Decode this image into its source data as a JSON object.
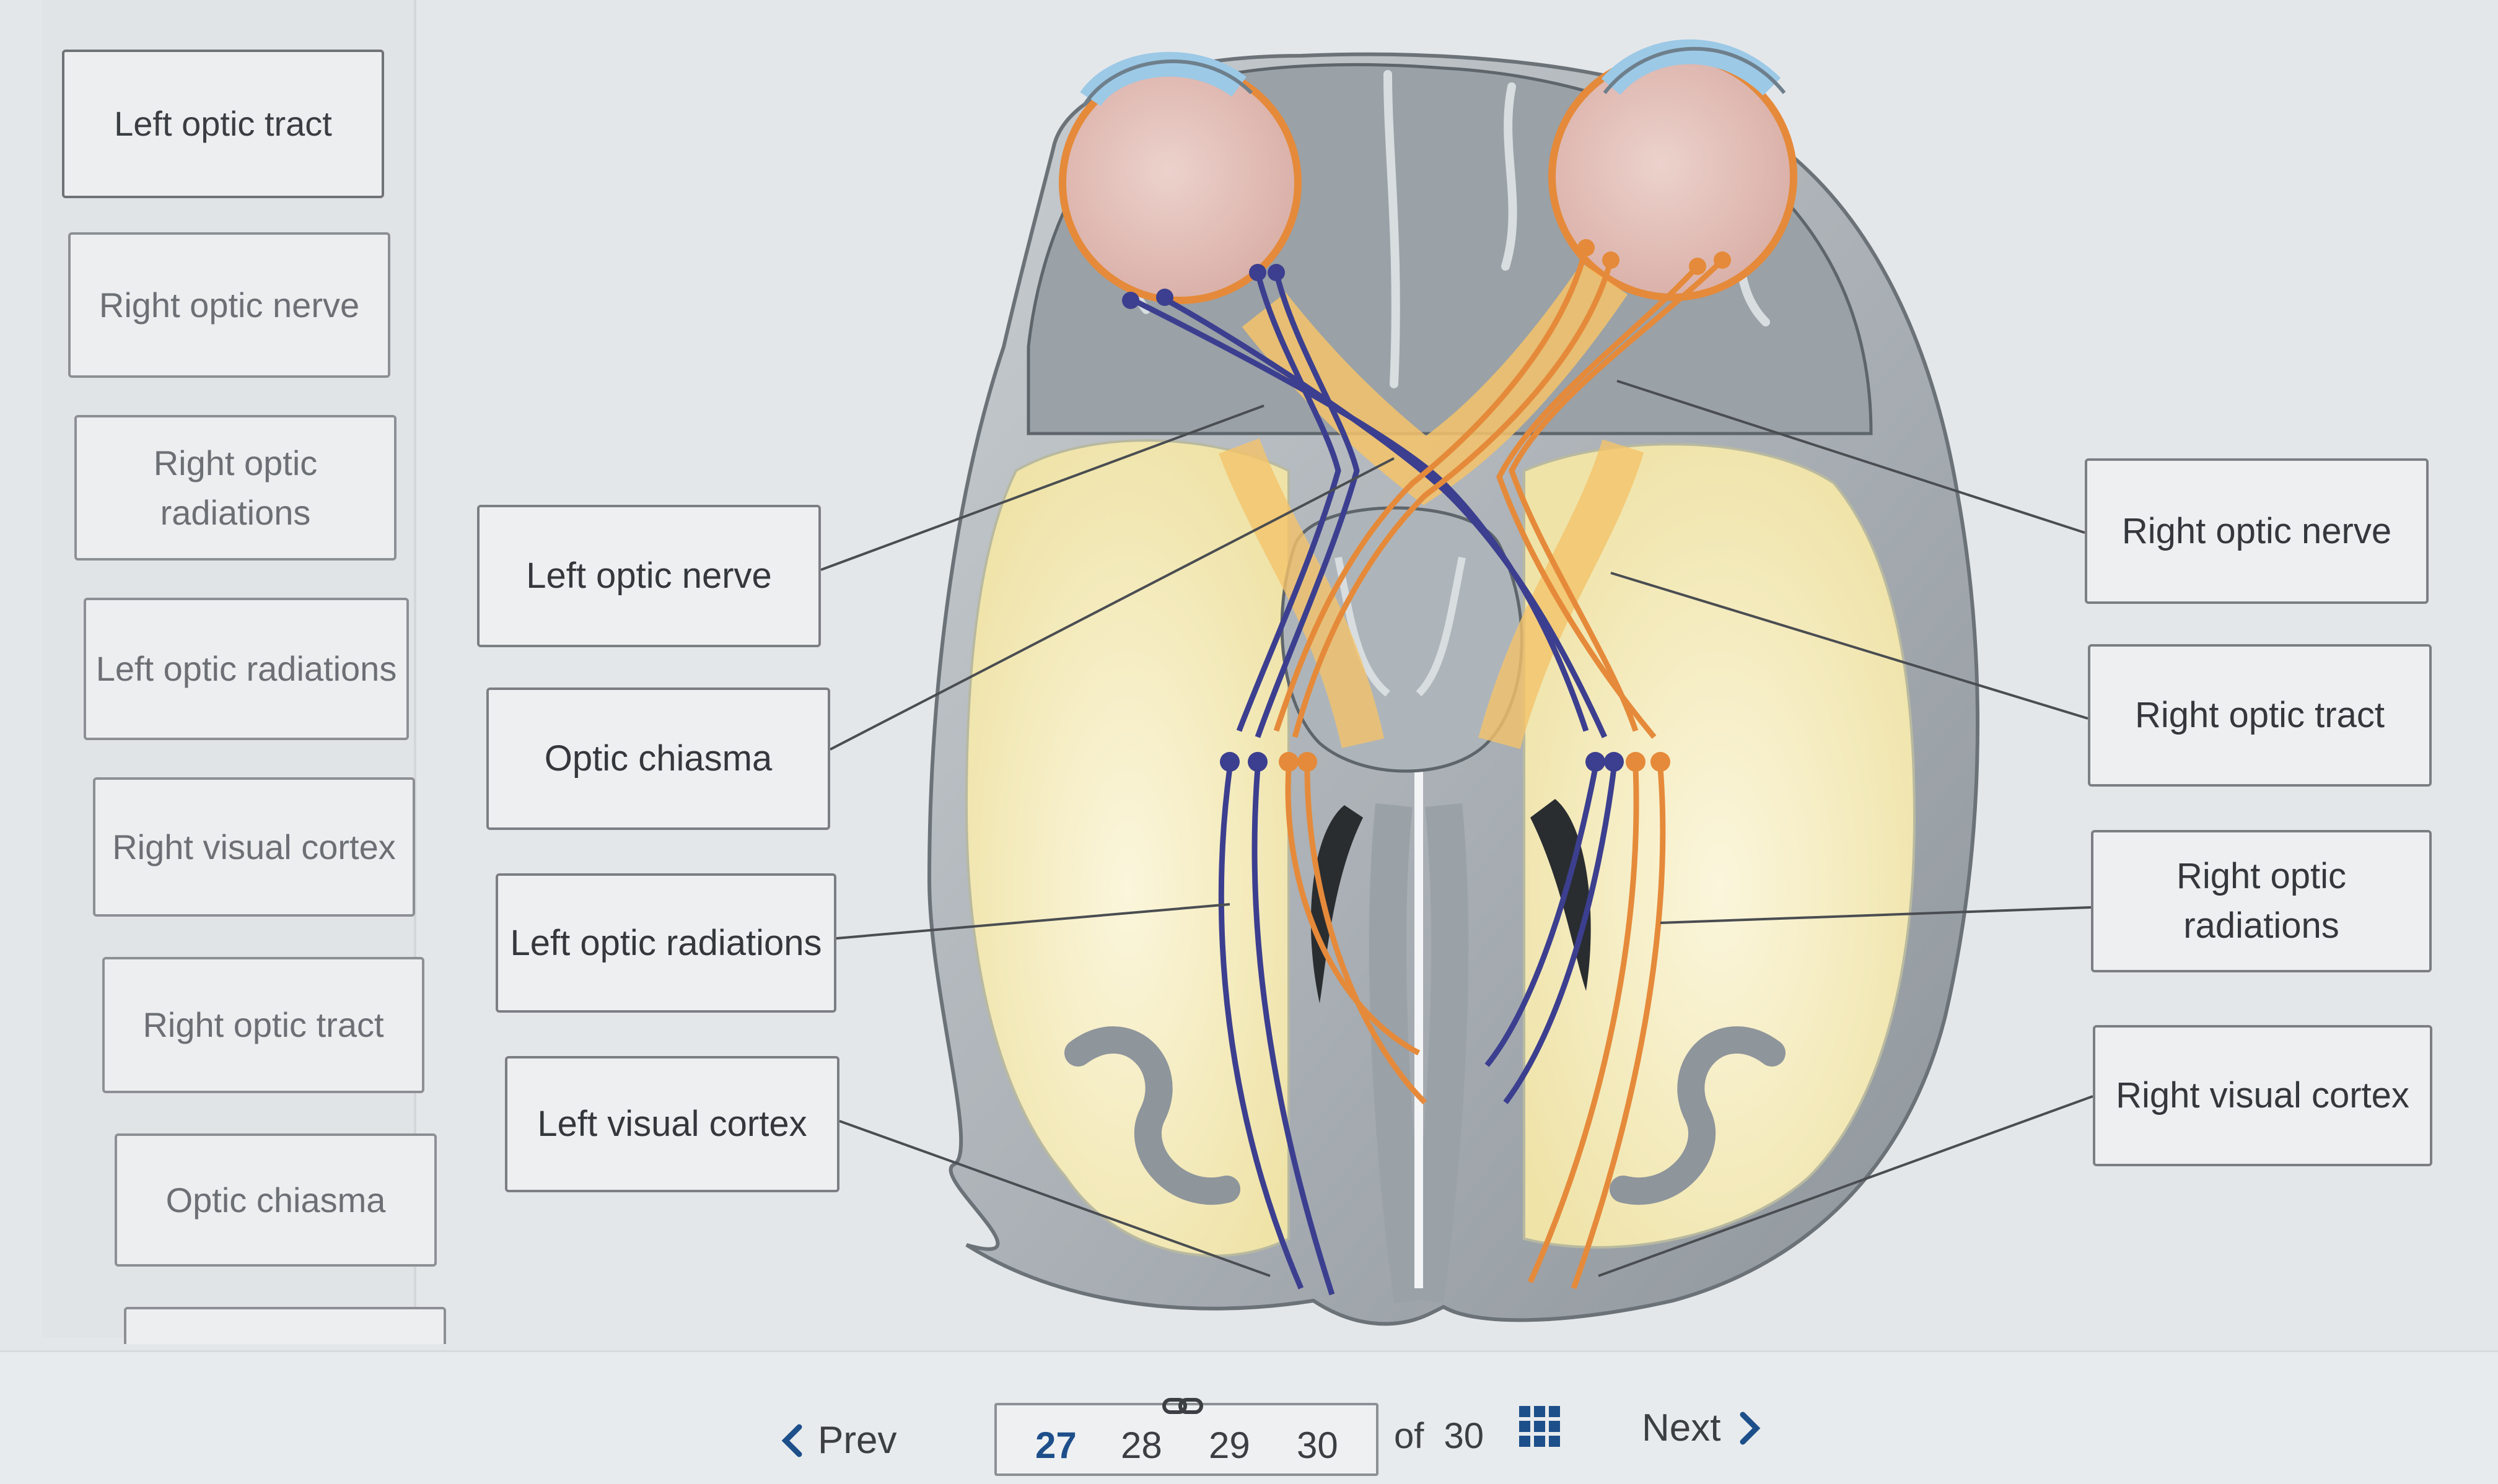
{
  "bank": {
    "chips": [
      "Left optic tract",
      "Right optic nerve",
      "Right optic radiations",
      "Left optic radiations",
      "Right visual cortex",
      "Right optic tract",
      "Optic chiasma"
    ]
  },
  "targets": {
    "left_optic_nerve": "Left optic nerve",
    "optic_chiasma": "Optic chiasma",
    "left_optic_radiations": "Left optic radiations",
    "left_visual_cortex": "Left visual cortex",
    "right_optic_nerve": "Right optic nerve",
    "right_optic_tract": "Right optic tract",
    "right_optic_radiations": "Right optic radiations",
    "right_visual_cortex": "Right visual cortex"
  },
  "nav": {
    "prev": "Prev",
    "pages": [
      "27",
      "28",
      "29",
      "30"
    ],
    "current": "27",
    "of_label": "of",
    "total": "30",
    "next": "Next"
  },
  "colors": {
    "path_blue": "#3c3f8f",
    "path_orange": "#e58a3a",
    "brain_gray": "#a7adb2",
    "white_matter": "#f6efc5",
    "eye": "#e7c9c4"
  },
  "icons": [
    "chevron-left-icon",
    "chevron-right-icon",
    "link-icon",
    "grid-icon"
  ]
}
